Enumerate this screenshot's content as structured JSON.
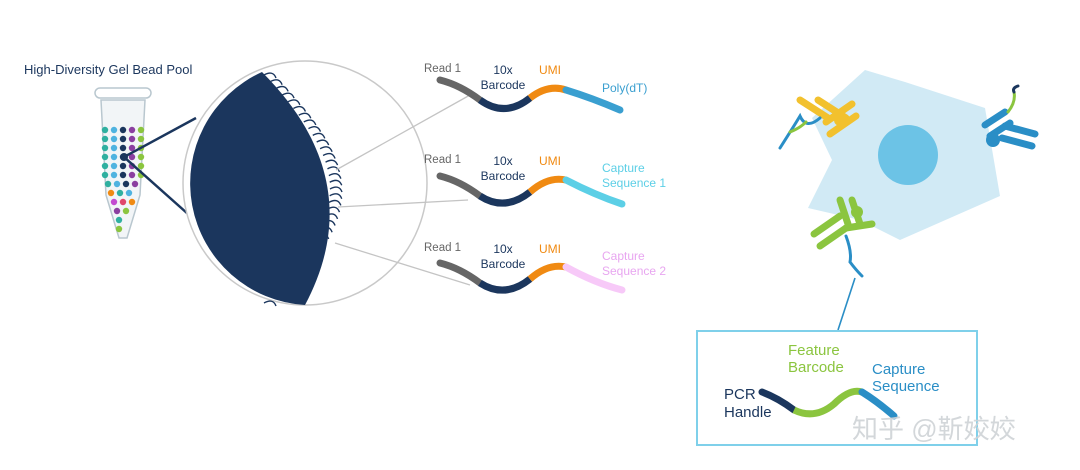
{
  "gel_bead_pool": {
    "title": "High-Diversity Gel Bead Pool"
  },
  "oligos": [
    {
      "read_label": "Read 1",
      "barcode_label_line1": "10x",
      "barcode_label_line2": "Barcode",
      "umi_label": "UMI",
      "capture_label_line1": "Poly(dT)",
      "capture_label_line2": "",
      "capture_color": "#3a9fd0"
    },
    {
      "read_label": "Read 1",
      "barcode_label_line1": "10x",
      "barcode_label_line2": "Barcode",
      "umi_label": "UMI",
      "capture_label_line1": "Capture",
      "capture_label_line2": "Sequence 1",
      "capture_color": "#5ccfe6"
    },
    {
      "read_label": "Read 1",
      "barcode_label_line1": "10x",
      "barcode_label_line2": "Barcode",
      "umi_label": "UMI",
      "capture_label_line1": "Capture",
      "capture_label_line2": "Sequence 2",
      "capture_color": "#e8a6f0"
    }
  ],
  "feature_box": {
    "pcr_line1": "PCR",
    "pcr_line2": "Handle",
    "feature_line1": "Feature",
    "feature_line2": "Barcode",
    "capture_line1": "Capture",
    "capture_line2": "Sequence"
  },
  "watermark": "知乎 @靳姣姣",
  "colors": {
    "navy": "#1b365d",
    "umi_orange": "#f08a12",
    "read_gray": "#666666",
    "feature_green": "#8bc53f",
    "capture_blue": "#2a8ec6",
    "cell_fill": "#cfe9f4",
    "nucleus": "#6cc3e6",
    "box_border": "#7fd0ea"
  }
}
